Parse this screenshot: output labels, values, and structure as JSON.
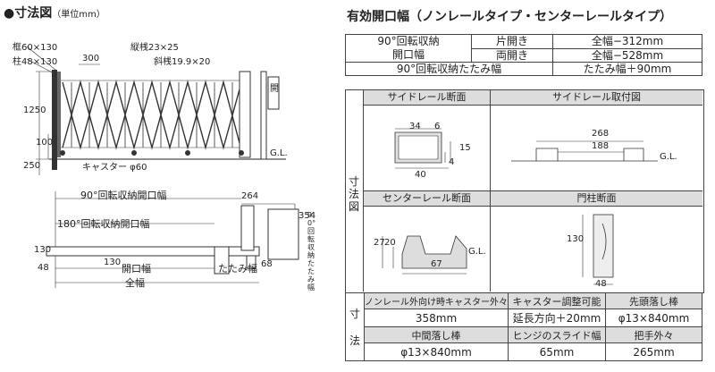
{
  "left": {
    "title": "●寸法図",
    "unit": "（単位mm）",
    "labels": {
      "frame": "框60×130",
      "post": "柱48×130",
      "pitch": "300",
      "vbar": "縦桟23×25",
      "dbar": "斜桟19.9×20",
      "h1250": "1250",
      "h100": "100",
      "h250": "250",
      "caster": "キャスター φ60",
      "gl": "G.L.",
      "open_sign": "開",
      "w264": "264",
      "w90": "90°回転収納開口幅",
      "w180": "180°回転収納開口幅",
      "d354": "354",
      "fold90": "90°回転収納たたみ幅",
      "d130a": "130",
      "d130b": "130",
      "d48": "48",
      "openw": "開口幅",
      "foldw": "たたみ幅",
      "d68": "68",
      "total": "全幅"
    }
  },
  "right": {
    "title": "有効開口幅（ノンレールタイプ・センターレールタイプ）",
    "table": {
      "c1": "90°回転収納\n開口幅",
      "r1a": "片開き",
      "r1b": "全幅−312mm",
      "r2a": "両開き",
      "r2b": "全幅−528mm",
      "r3a": "90°回転収納たたみ幅",
      "r3b": "たたみ幅＋90mm"
    },
    "side_label": "寸法図",
    "panels": {
      "p1": "サイドレール断面",
      "p2": "サイドレール取付図",
      "p3": "センターレール断面",
      "p4": "門柱断面"
    },
    "dims": {
      "s34": "34",
      "s6": "6",
      "s15": "15",
      "s4": "4",
      "s40": "40",
      "s268": "268",
      "s188": "188",
      "gl": "G.L.",
      "c27": "27",
      "c20": "20",
      "c67": "67",
      "cgl": "G.L.",
      "m130": "130",
      "m48": "48"
    },
    "spec_side": [
      "寸",
      "法"
    ],
    "spec": {
      "h1": "ノンレール外向け時キャスター外々",
      "v1": "358mm",
      "h2": "キャスター調整可能",
      "v2": "延長方向＋20mm",
      "h3": "先頭落し棒",
      "v3": "φ13×840mm",
      "h4": "中間落し棒",
      "v4": "φ13×840mm",
      "h5": "ヒンジのスライド幅",
      "v5": "65mm",
      "h6": "把手外々",
      "v6": "265mm"
    }
  }
}
